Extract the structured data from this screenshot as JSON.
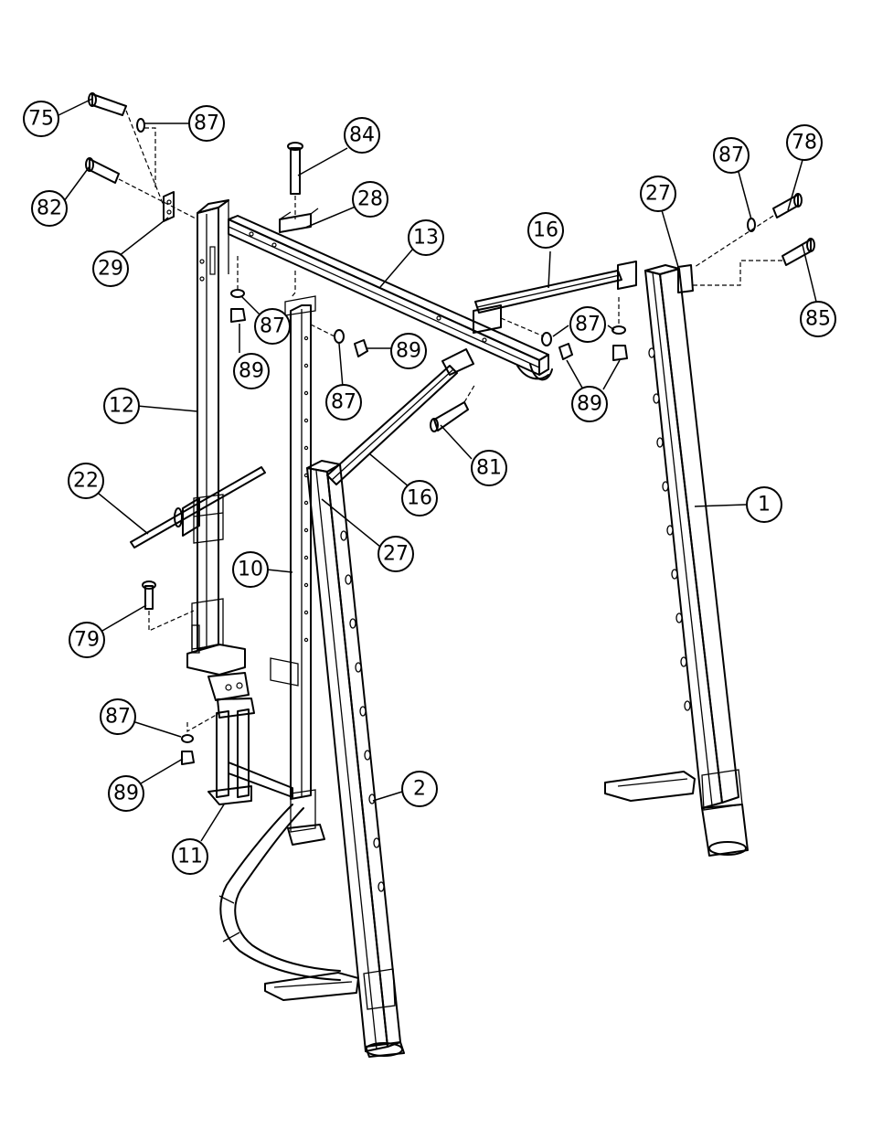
{
  "callouts": [
    {
      "id": "c75",
      "label": "75"
    },
    {
      "id": "c87a",
      "label": "87"
    },
    {
      "id": "c82",
      "label": "82"
    },
    {
      "id": "c29",
      "label": "29"
    },
    {
      "id": "c84",
      "label": "84"
    },
    {
      "id": "c28",
      "label": "28"
    },
    {
      "id": "c13",
      "label": "13"
    },
    {
      "id": "c16a",
      "label": "16"
    },
    {
      "id": "c87b",
      "label": "87"
    },
    {
      "id": "c78",
      "label": "78"
    },
    {
      "id": "c27a",
      "label": "27"
    },
    {
      "id": "c85",
      "label": "85"
    },
    {
      "id": "c87c",
      "label": "87"
    },
    {
      "id": "c89a",
      "label": "89"
    },
    {
      "id": "c87d",
      "label": "87"
    },
    {
      "id": "c89b",
      "label": "89"
    },
    {
      "id": "c87e",
      "label": "87"
    },
    {
      "id": "c89c",
      "label": "89"
    },
    {
      "id": "c12",
      "label": "12"
    },
    {
      "id": "c81",
      "label": "81"
    },
    {
      "id": "c22",
      "label": "22"
    },
    {
      "id": "c16b",
      "label": "16"
    },
    {
      "id": "c27b",
      "label": "27"
    },
    {
      "id": "c1",
      "label": "1"
    },
    {
      "id": "c10",
      "label": "10"
    },
    {
      "id": "c79",
      "label": "79"
    },
    {
      "id": "c87f",
      "label": "87"
    },
    {
      "id": "c89d",
      "label": "89"
    },
    {
      "id": "c2",
      "label": "2"
    },
    {
      "id": "c11",
      "label": "11"
    }
  ]
}
